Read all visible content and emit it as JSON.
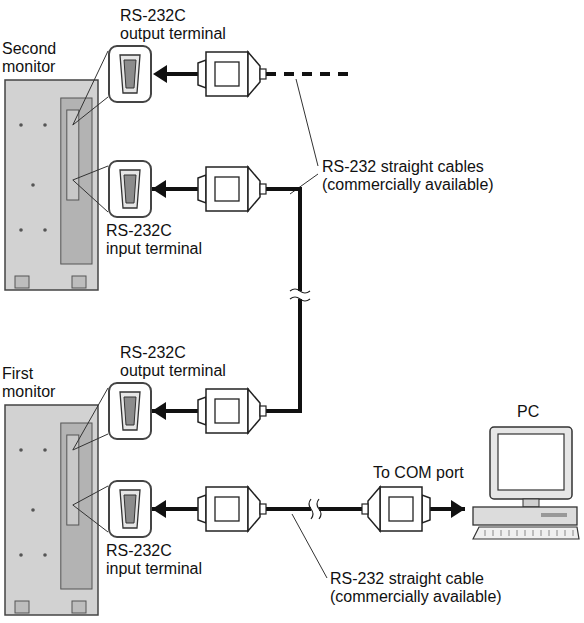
{
  "diagram": {
    "nodes": [
      {
        "text": [
          "Second monitor"
        ]
      },
      {
        "text": [
          "RS-232C output terminal"
        ]
      },
      {
        "text": [
          "RS-232C input terminal"
        ]
      },
      {
        "text": [
          "First monitor"
        ]
      },
      {
        "text": [
          "RS-232C output terminal"
        ]
      },
      {
        "text": [
          "RS-232C input terminal"
        ]
      },
      {
        "text": [
          "PC"
        ]
      }
    ],
    "edges": [
      {
        "from": 4,
        "to": 2,
        "arrow": "both"
      },
      {
        "from": 6,
        "to": 5,
        "arrow": "both"
      }
    ],
    "labels": [
      "RS-232 straight cables (commercially available)",
      "To COM port",
      "RS-232 straight cable (commercially available)"
    ]
  }
}
